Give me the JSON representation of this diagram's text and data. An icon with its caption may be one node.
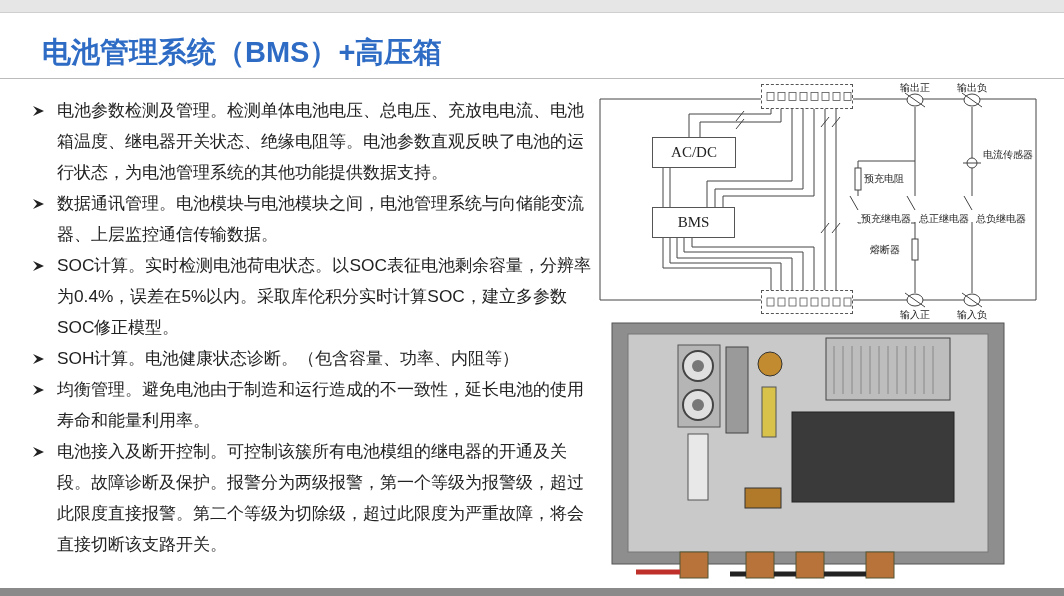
{
  "diagram": {
    "title": "电池管理系统（BMS）+高压箱",
    "nodes": [
      {
        "text": [
          "AC/DC"
        ]
      },
      {
        "text": [
          "BMS"
        ]
      },
      {
        "text": [],
        "shape": "box"
      },
      {
        "text": [],
        "shape": "box"
      }
    ],
    "edges": [
      {
        "from": 0,
        "to": 2,
        "arrow": "none"
      },
      {
        "from": 0,
        "to": 2,
        "arrow": "none"
      },
      {
        "from": 0,
        "to": 1,
        "arrow": "none"
      },
      {
        "from": 0,
        "to": 1,
        "arrow": "none"
      },
      {
        "from": 1,
        "to": 2,
        "arrow": "none"
      },
      {
        "from": 1,
        "to": 2,
        "arrow": "none"
      },
      {
        "from": 1,
        "to": 2,
        "arrow": "none"
      },
      {
        "from": 1,
        "to": 3,
        "arrow": "none"
      },
      {
        "from": 1,
        "to": 3,
        "arrow": "none"
      },
      {
        "from": 1,
        "to": 3,
        "arrow": "none"
      },
      {
        "from": 1,
        "to": 3,
        "arrow": "none"
      },
      {
        "from": 1,
        "to": 3,
        "arrow": "none"
      },
      {
        "from": 2,
        "to": 3,
        "arrow": "none"
      },
      {
        "from": 2,
        "to": 3,
        "arrow": "none"
      }
    ],
    "labels": [
      "电池参数检测及管理。检测单体电池电压、总电压、充放电电流、电池箱温度、继电器开关状态、绝缘电阻等。电池参数直观反映了电池的运行状态，为电池管理系统的其他功能提供数据支持。",
      "数据通讯管理。电池模块与电池模块之间，电池管理系统与向储能变流器、上层监控通信传输数据。",
      "SOC计算。实时检测电池荷电状态。以SOC表征电池剩余容量，分辨率为0.4%，误差在5%以内。采取库伦积分实时计算SOC，建立多参数SOC修正模型。",
      "SOH计算。电池健康状态诊断。（包含容量、功率、内阻等）",
      "均衡管理。避免电池由于制造和运行造成的不一致性，延长电池的使用寿命和能量利用率。",
      "电池接入及断开控制。可控制该簇所有电池模组的继电器的开通及关段。故障诊断及保护。报警分为两级报警，第一个等级为报警级，超过此限度直接报警。第二个等级为切除级，超过此限度为严重故障，将会直接切断该支路开关。",
      "输出正",
      "输出负",
      "预充电阻",
      "预充继电器",
      "总正继电器",
      "电流传感器",
      "总负继电器",
      "熔断器",
      "输入正",
      "输入负"
    ]
  }
}
